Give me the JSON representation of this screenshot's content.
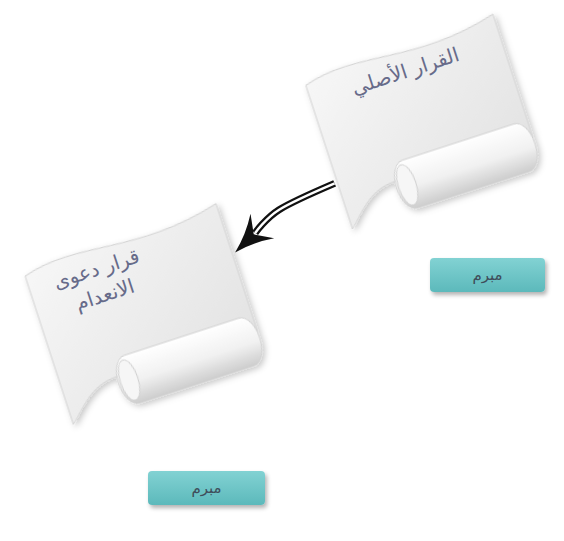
{
  "diagram": {
    "nodes": [
      {
        "text": [
          "القرار الأصلي"
        ]
      },
      {
        "text": [
          "مبرم"
        ]
      },
      {
        "text": [
          "قرار دعوى الانعدام"
        ]
      },
      {
        "text": [
          "مبرم"
        ]
      }
    ],
    "edges": [
      {
        "from": 0,
        "to": 2,
        "arrow": "to"
      }
    ]
  }
}
